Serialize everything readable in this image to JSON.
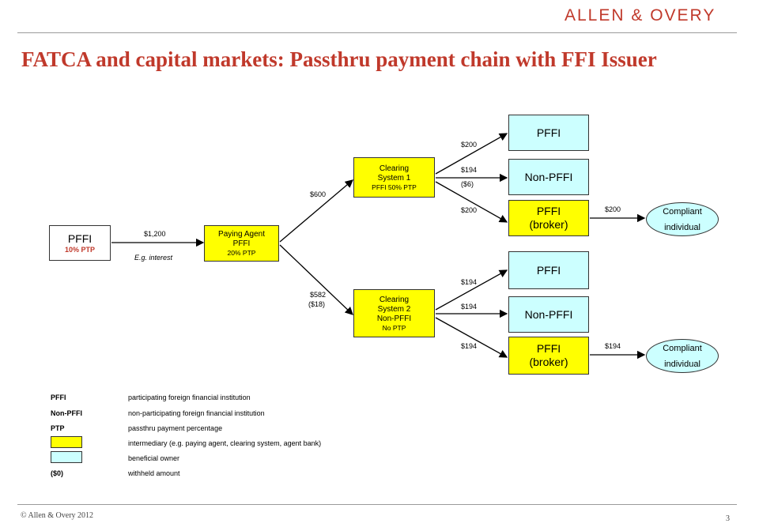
{
  "header": {
    "logo": "ALLEN & OVERY"
  },
  "title": "FATCA and capital markets: Passthru payment chain with FFI Issuer",
  "nodes": {
    "issuer": {
      "name": "PFFI",
      "sub": "10% PTP"
    },
    "paying_agent": {
      "line1": "Paying Agent",
      "line2": "PFFI",
      "sub": "20% PTP"
    },
    "cs1": {
      "line1": "Clearing",
      "line2": "System 1",
      "sub": "PFFI 50% PTP"
    },
    "cs2": {
      "line1": "Clearing",
      "line2": "System 2",
      "line3": "Non-PFFI",
      "sub": "No PTP"
    },
    "b1": "PFFI",
    "b2": "Non-PFFI",
    "b3": {
      "line1": "PFFI",
      "line2": "(broker)"
    },
    "b4": "PFFI",
    "b5": "Non-PFFI",
    "b6": {
      "line1": "PFFI",
      "line2": "(broker)"
    },
    "c1": {
      "line1": "Compliant",
      "line2": "individual"
    },
    "c2": {
      "line1": "Compliant",
      "line2": "individual"
    }
  },
  "amounts": {
    "issuer_to_pa": "$1,200",
    "eg_interest": "E.g. interest",
    "pa_to_cs1": "$600",
    "pa_to_cs2": "$582",
    "pa_to_cs2_withheld": "($18)",
    "cs1_to_b1": "$200",
    "cs1_to_b2": "$194",
    "cs1_to_b2_withheld": "($6)",
    "cs1_to_b3": "$200",
    "b3_to_c1": "$200",
    "cs2_to_b4": "$194",
    "cs2_to_b5": "$194",
    "cs2_to_b6": "$194",
    "b6_to_c2": "$194"
  },
  "legend": [
    {
      "term": "PFFI",
      "definition": "participating foreign financial institution"
    },
    {
      "term": "Non-PFFI",
      "definition": "non-participating foreign financial institution"
    },
    {
      "term": "PTP",
      "definition": "passthru payment percentage"
    },
    {
      "swatch": "yellow",
      "definition": "intermediary (e.g. paying agent, clearing system, agent bank)"
    },
    {
      "swatch": "blue",
      "definition": "beneficial owner"
    },
    {
      "term": "($0)",
      "definition": "withheld amount"
    }
  ],
  "colors": {
    "title": "#c0392b",
    "intermediary": "#ffff00",
    "beneficial_owner": "#ccffff"
  },
  "footer": {
    "copyright": "© Allen & Overy 2012",
    "page": "3"
  }
}
